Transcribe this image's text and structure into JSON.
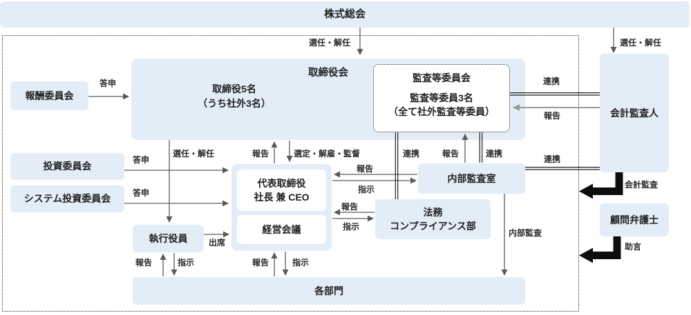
{
  "nodes": {
    "shareholders": "株式総会",
    "board_title": "取締役会",
    "board_line1": "取締役5名",
    "board_line2": "（うち社外3名）",
    "audit_committee_title": "監査等委員会",
    "audit_committee_line1": "監査等委員3名",
    "audit_committee_line2": "（全て社外監査等委員）",
    "compensation_committee": "報酬委員会",
    "investment_committee": "投資委員会",
    "system_investment_committee": "システム投資委員会",
    "executive_officers": "執行役員",
    "ceo_line1": "代表取締役",
    "ceo_line2": "社長 兼 CEO",
    "management_meeting": "経営会議",
    "internal_audit_office": "内部監査室",
    "legal_line1": "法務",
    "legal_line2": "コンプライアンス部",
    "departments": "各部門",
    "accounting_auditor": "会計監査人",
    "corporate_lawyer": "顧問弁護士"
  },
  "labels": {
    "appoint_dismiss": "選任・解任",
    "reply": "答申",
    "report": "報告",
    "instruct": "指示",
    "cooperate": "連携",
    "select_dismiss_supervise": "選定・解雇・監督",
    "attend": "出席",
    "internal_audit": "内部監査",
    "accounting_audit": "会計監査",
    "advice": "助言"
  },
  "palette": {
    "box_fill": "#e3edf8",
    "line_color": "#5a5a5a",
    "double_line_color": "#1c1c1c",
    "thick_arrow_color": "#0d0d0d",
    "text_color": "#262626"
  }
}
